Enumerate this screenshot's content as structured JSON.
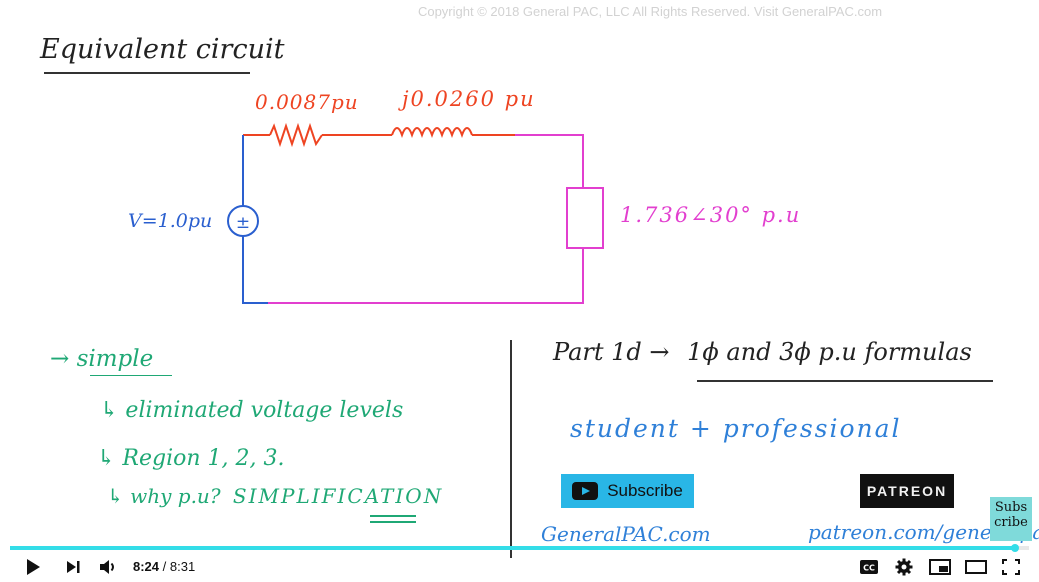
{
  "copyright": "Copyright © 2018 General PAC, LLC All Rights Reserved. Visit GeneralPAC.com",
  "colors": {
    "red": "#ee4422",
    "blue": "#2a5fcf",
    "pink": "#e23fcf",
    "green": "#1fa875",
    "sky": "#2f80d8",
    "progress": "#33dde8"
  },
  "board": {
    "title": "Equivalent circuit",
    "circuit": {
      "resistance": "0.0087pu",
      "reactance": "j0.0260 pu",
      "source": "V=1.0pu",
      "source_symbol": "±",
      "load": "1.736∠30° p.u"
    },
    "notes": {
      "simple": "→ simple",
      "bullet1": "↳ eliminated voltage levels",
      "bullet2": "↳ Region 1, 2, 3.",
      "bullet3_prefix": "↳ why p.u?",
      "bullet3_emph": "SIMPLIFICATION"
    },
    "part": {
      "prefix": "Part 1d →",
      "topic": "1ϕ and 3ϕ p.u formulas"
    },
    "audience": "student + professional",
    "site": "GeneralPAC.com",
    "patreon_url": "patreon.com/generalpac"
  },
  "subscribe_button": {
    "label": "Subscribe",
    "icon": "youtube-play-icon"
  },
  "patreon_badge": {
    "label": "PATREON"
  },
  "subscribe_card": {
    "line1": "Subs",
    "line2": "cribe"
  },
  "player": {
    "progress_fraction": 0.986,
    "current_time": "8:24",
    "duration": "8:31",
    "icons": [
      "play-icon",
      "next-icon",
      "volume-icon",
      "captions-icon",
      "settings-icon",
      "miniplayer-icon",
      "theater-icon",
      "fullscreen-icon"
    ]
  }
}
